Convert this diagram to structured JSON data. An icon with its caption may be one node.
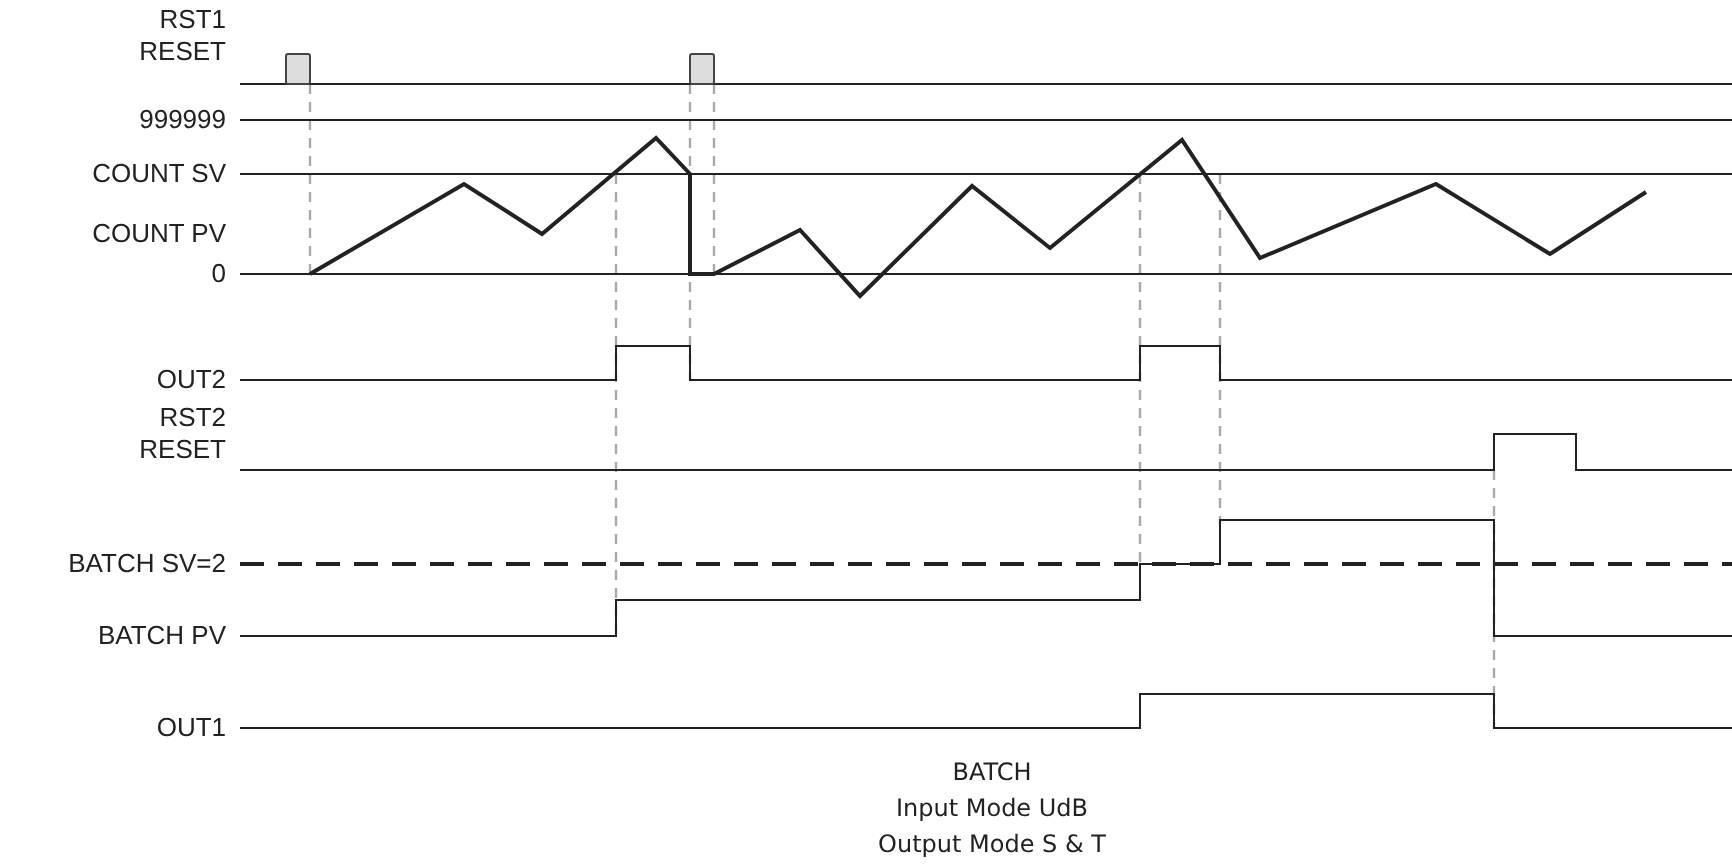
{
  "diagram": {
    "labels": [
      "RST1 RESET",
      "999999",
      "COUNT SV",
      "COUNT PV",
      "0",
      "OUT2",
      "RST2 RESET",
      "BATCH SV=2",
      "BATCH PV",
      "OUT1",
      "BATCH",
      "Input Mode UdB",
      "Output Mode S & T"
    ]
  }
}
